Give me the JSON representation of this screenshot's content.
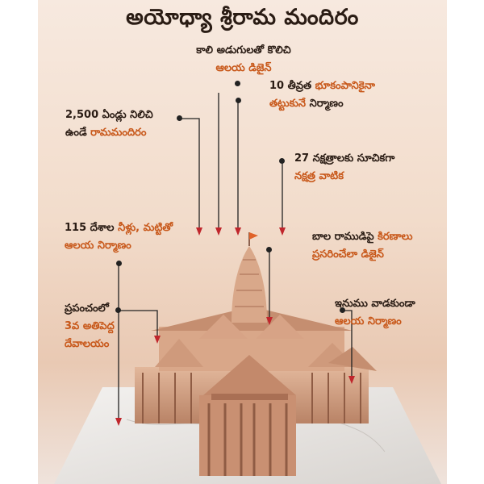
{
  "title": "అయోధ్యా శ్రీరామ మందిరం",
  "facts": {
    "f1": {
      "line1": "కాలి అడుగులతో కొలిచి",
      "line2": "ఆలయ డిజైన్"
    },
    "f2": {
      "line1_pre": "10 తీవ్రత",
      "line1_highlight": "భూకంపానికైనా",
      "line2_highlight": "తట్టుకునే",
      "line2_post": "నిర్మాణం"
    },
    "f3": {
      "line1": "2,500 ఏండ్లు నిలిచి",
      "line2_pre": "ఉండే",
      "line2_highlight": "రామమందిరం"
    },
    "f4": {
      "line1": "27 నక్షత్రాలకు సూచికగా",
      "line2": "నక్షత్ర వాటిక"
    },
    "f5": {
      "line1_pre": "115 దేశాల",
      "line1_highlight": "నీళ్లు, మట్టితో",
      "line2": "ఆలయ నిర్మాణం"
    },
    "f6": {
      "line1_pre": "బాల రాముడిపై",
      "line1_highlight": "కిరణాలు",
      "line2": "ప్రసరించేలా డిజైన్"
    },
    "f7": {
      "line1": "ప్రపంచంలో",
      "line2": "3వ అతిపెద్ద",
      "line3": "దేవాలయం"
    },
    "f8": {
      "line1": "ఇనుము వాడకుండా",
      "line2": "ఆలయ నిర్మాణం"
    }
  },
  "colors": {
    "accent": "#c8581a",
    "text": "#2a1c14",
    "line": "#222222",
    "arrow": "#c0262c",
    "flag": "#e0632a"
  }
}
